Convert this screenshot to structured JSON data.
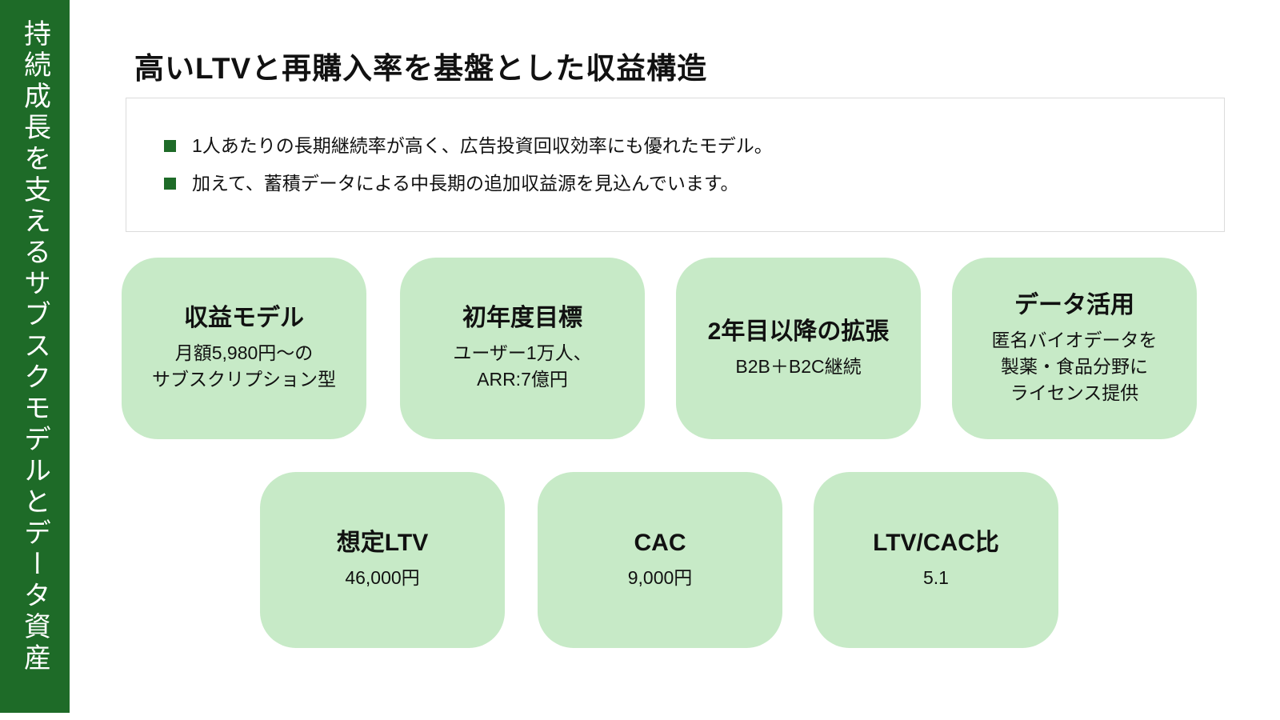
{
  "colors": {
    "sidebar_green": "#1E6B28",
    "bullet_green": "#1E6B28",
    "card_green": "#C7EAC7",
    "box_border_gray": "#DCDCDC",
    "text": "#111111"
  },
  "icons": {
    "bullet": "green-square-bullet"
  },
  "sidebar": {
    "label": "持続成長を支えるサブスクモデルとデータ資産"
  },
  "header": {
    "title": "高いLTVと再購入率を基盤とした収益構造"
  },
  "summary": {
    "bullets": [
      "1人あたりの長期継続率が高く、広告投資回収効率にも優れたモデル。",
      "加えて、蓄積データによる中長期の追加収益源を見込んでいます。"
    ]
  },
  "cards_row1": [
    {
      "title": "収益モデル",
      "lines": [
        "月額5,980円〜の",
        "サブスクリプション型"
      ]
    },
    {
      "title": "初年度目標",
      "lines": [
        "ユーザー1万人、",
        "ARR:7億円"
      ]
    },
    {
      "title": "2年目以降の拡張",
      "lines": [
        "B2B＋B2C継続"
      ]
    },
    {
      "title": "データ活用",
      "lines": [
        "匿名バイオデータを",
        "製薬・食品分野に",
        "ライセンス提供"
      ]
    }
  ],
  "cards_row2": [
    {
      "title": "想定LTV",
      "value": "46,000円"
    },
    {
      "title": "CAC",
      "value": "9,000円"
    },
    {
      "title": "LTV/CAC比",
      "value": "5.1"
    }
  ]
}
